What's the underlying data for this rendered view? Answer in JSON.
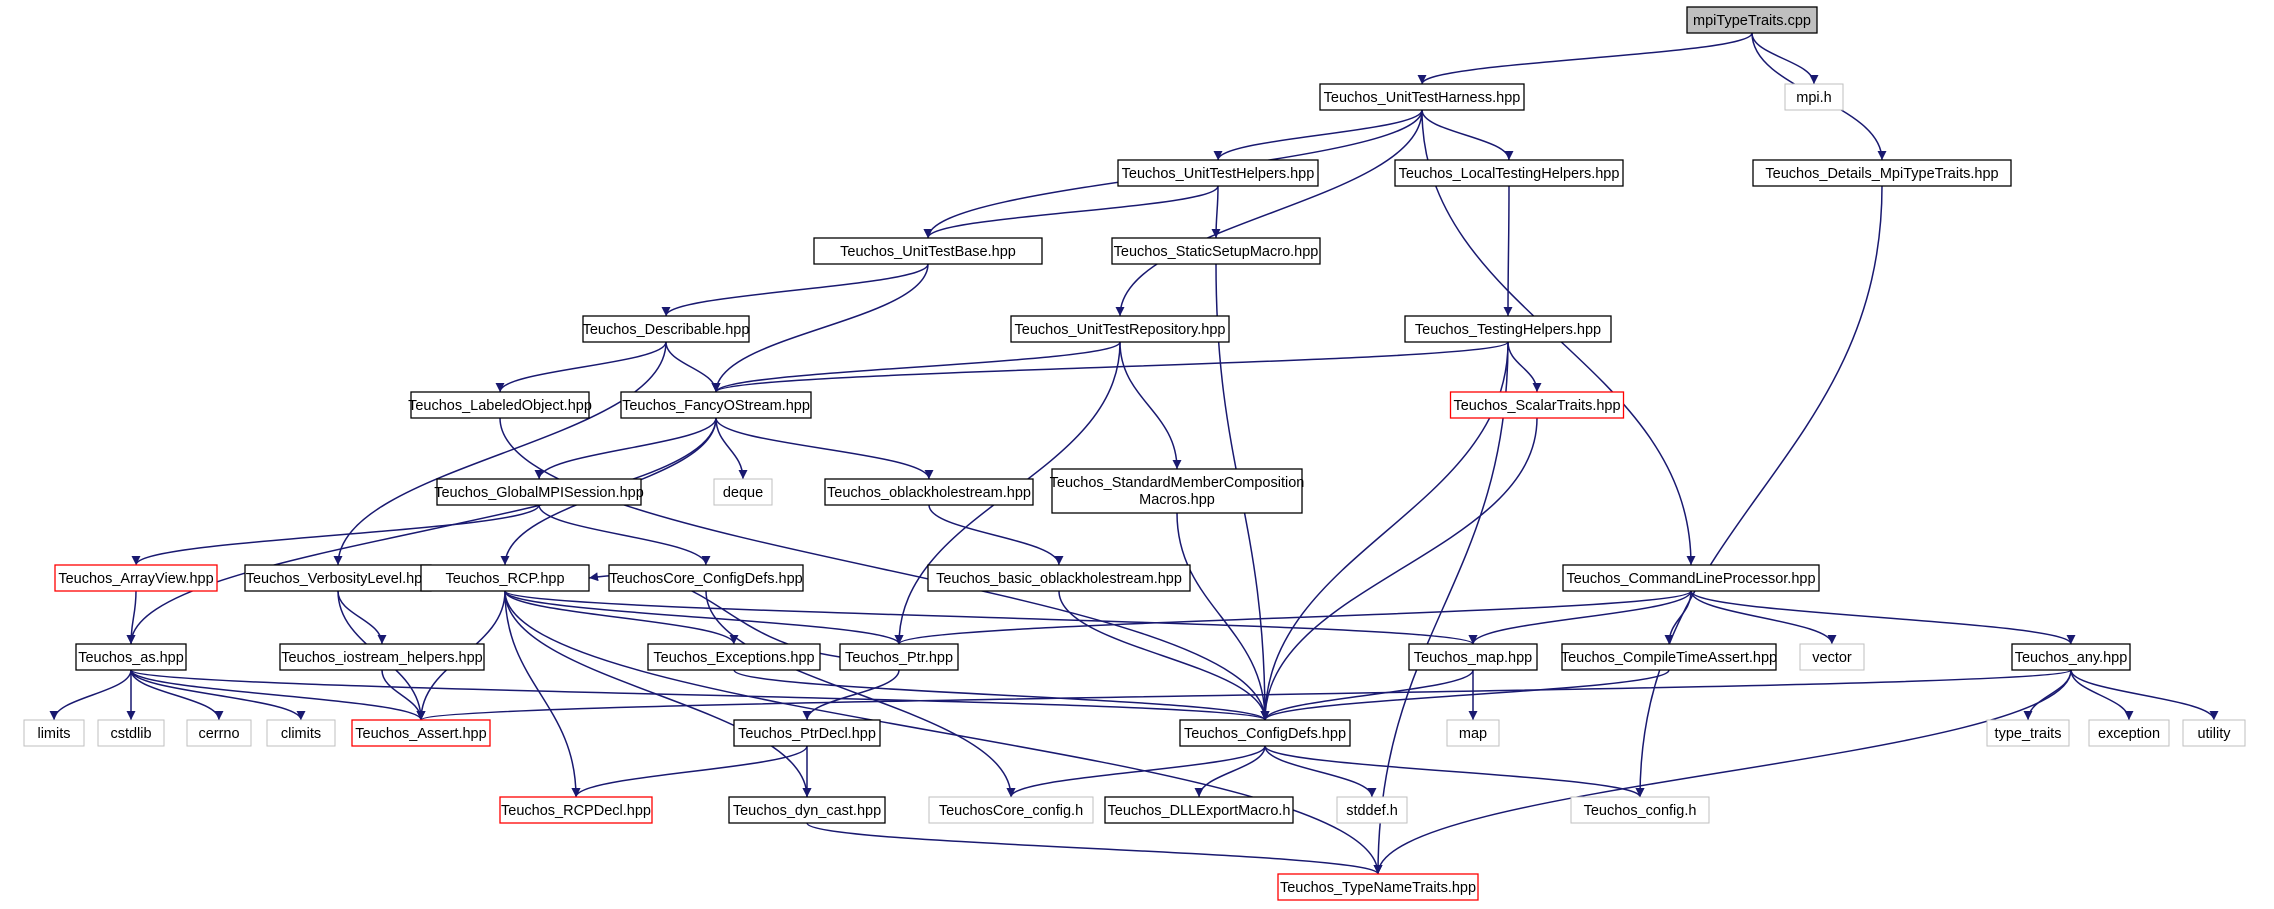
{
  "diagram": {
    "nodes": [
      {
        "id": "mpiTypeTraits.cpp",
        "lines": [
          "mpiTypeTraits.cpp"
        ],
        "style": "root"
      },
      {
        "id": "Teuchos_UnitTestHarness.hpp",
        "lines": [
          "Teuchos_UnitTestHarness.hpp"
        ],
        "style": "normal"
      },
      {
        "id": "mpi.h",
        "lines": [
          "mpi.h"
        ],
        "style": "external"
      },
      {
        "id": "Teuchos_Details_MpiTypeTraits.hpp",
        "lines": [
          "Teuchos_Details_MpiTypeTraits.hpp"
        ],
        "style": "normal"
      },
      {
        "id": "Teuchos_UnitTestHelpers.hpp",
        "lines": [
          "Teuchos_UnitTestHelpers.hpp"
        ],
        "style": "normal"
      },
      {
        "id": "Teuchos_LocalTestingHelpers.hpp",
        "lines": [
          "Teuchos_LocalTestingHelpers.hpp"
        ],
        "style": "normal"
      },
      {
        "id": "Teuchos_UnitTestBase.hpp",
        "lines": [
          "Teuchos_UnitTestBase.hpp"
        ],
        "style": "normal"
      },
      {
        "id": "Teuchos_StaticSetupMacro.hpp",
        "lines": [
          "Teuchos_StaticSetupMacro.hpp"
        ],
        "style": "normal"
      },
      {
        "id": "Teuchos_Describable.hpp",
        "lines": [
          "Teuchos_Describable.hpp"
        ],
        "style": "normal"
      },
      {
        "id": "Teuchos_UnitTestRepository.hpp",
        "lines": [
          "Teuchos_UnitTestRepository.hpp"
        ],
        "style": "normal"
      },
      {
        "id": "Teuchos_TestingHelpers.hpp",
        "lines": [
          "Teuchos_TestingHelpers.hpp"
        ],
        "style": "normal"
      },
      {
        "id": "Teuchos_LabeledObject.hpp",
        "lines": [
          "Teuchos_LabeledObject.hpp"
        ],
        "style": "normal"
      },
      {
        "id": "Teuchos_FancyOStream.hpp",
        "lines": [
          "Teuchos_FancyOStream.hpp"
        ],
        "style": "normal"
      },
      {
        "id": "Teuchos_ScalarTraits.hpp",
        "lines": [
          "Teuchos_ScalarTraits.hpp"
        ],
        "style": "truncated"
      },
      {
        "id": "Teuchos_GlobalMPISession.hpp",
        "lines": [
          "Teuchos_GlobalMPISession.hpp"
        ],
        "style": "normal"
      },
      {
        "id": "deque",
        "lines": [
          "deque"
        ],
        "style": "external"
      },
      {
        "id": "Teuchos_oblackholestream.hpp",
        "lines": [
          "Teuchos_oblackholestream.hpp"
        ],
        "style": "normal"
      },
      {
        "id": "Teuchos_StandardMemberCompositionMacros.hpp",
        "lines": [
          "Teuchos_StandardMemberComposition",
          "Macros.hpp"
        ],
        "style": "normal"
      },
      {
        "id": "Teuchos_ArrayView.hpp",
        "lines": [
          "Teuchos_ArrayView.hpp"
        ],
        "style": "truncated"
      },
      {
        "id": "Teuchos_VerbosityLevel.hpp",
        "lines": [
          "Teuchos_VerbosityLevel.hpp"
        ],
        "style": "normal"
      },
      {
        "id": "Teuchos_RCP.hpp",
        "lines": [
          "Teuchos_RCP.hpp"
        ],
        "style": "normal"
      },
      {
        "id": "TeuchosCore_ConfigDefs.hpp",
        "lines": [
          "TeuchosCore_ConfigDefs.hpp"
        ],
        "style": "normal"
      },
      {
        "id": "Teuchos_basic_oblackholestream.hpp",
        "lines": [
          "Teuchos_basic_oblackholestream.hpp"
        ],
        "style": "normal"
      },
      {
        "id": "Teuchos_CommandLineProcessor.hpp",
        "lines": [
          "Teuchos_CommandLineProcessor.hpp"
        ],
        "style": "normal"
      },
      {
        "id": "Teuchos_as.hpp",
        "lines": [
          "Teuchos_as.hpp"
        ],
        "style": "normal"
      },
      {
        "id": "Teuchos_iostream_helpers.hpp",
        "lines": [
          "Teuchos_iostream_helpers.hpp"
        ],
        "style": "normal"
      },
      {
        "id": "Teuchos_Exceptions.hpp",
        "lines": [
          "Teuchos_Exceptions.hpp"
        ],
        "style": "normal"
      },
      {
        "id": "Teuchos_Ptr.hpp",
        "lines": [
          "Teuchos_Ptr.hpp"
        ],
        "style": "normal"
      },
      {
        "id": "Teuchos_map.hpp",
        "lines": [
          "Teuchos_map.hpp"
        ],
        "style": "normal"
      },
      {
        "id": "Teuchos_CompileTimeAssert.hpp",
        "lines": [
          "Teuchos_CompileTimeAssert.hpp"
        ],
        "style": "normal"
      },
      {
        "id": "vector",
        "lines": [
          "vector"
        ],
        "style": "external"
      },
      {
        "id": "Teuchos_any.hpp",
        "lines": [
          "Teuchos_any.hpp"
        ],
        "style": "normal"
      },
      {
        "id": "limits",
        "lines": [
          "limits"
        ],
        "style": "external"
      },
      {
        "id": "cstdlib",
        "lines": [
          "cstdlib"
        ],
        "style": "external"
      },
      {
        "id": "cerrno",
        "lines": [
          "cerrno"
        ],
        "style": "external"
      },
      {
        "id": "climits",
        "lines": [
          "climits"
        ],
        "style": "external"
      },
      {
        "id": "Teuchos_Assert.hpp",
        "lines": [
          "Teuchos_Assert.hpp"
        ],
        "style": "truncated"
      },
      {
        "id": "Teuchos_PtrDecl.hpp",
        "lines": [
          "Teuchos_PtrDecl.hpp"
        ],
        "style": "normal"
      },
      {
        "id": "Teuchos_ConfigDefs.hpp",
        "lines": [
          "Teuchos_ConfigDefs.hpp"
        ],
        "style": "normal"
      },
      {
        "id": "map",
        "lines": [
          "map"
        ],
        "style": "external"
      },
      {
        "id": "type_traits",
        "lines": [
          "type_traits"
        ],
        "style": "external"
      },
      {
        "id": "exception",
        "lines": [
          "exception"
        ],
        "style": "external"
      },
      {
        "id": "utility",
        "lines": [
          "utility"
        ],
        "style": "external"
      },
      {
        "id": "Teuchos_RCPDecl.hpp",
        "lines": [
          "Teuchos_RCPDecl.hpp"
        ],
        "style": "truncated"
      },
      {
        "id": "Teuchos_dyn_cast.hpp",
        "lines": [
          "Teuchos_dyn_cast.hpp"
        ],
        "style": "normal"
      },
      {
        "id": "TeuchosCore_config.h",
        "lines": [
          "TeuchosCore_config.h"
        ],
        "style": "external"
      },
      {
        "id": "Teuchos_DLLExportMacro.h",
        "lines": [
          "Teuchos_DLLExportMacro.h"
        ],
        "style": "normal"
      },
      {
        "id": "stddef.h",
        "lines": [
          "stddef.h"
        ],
        "style": "external"
      },
      {
        "id": "Teuchos_config.h",
        "lines": [
          "Teuchos_config.h"
        ],
        "style": "external"
      },
      {
        "id": "Teuchos_TypeNameTraits.hpp",
        "lines": [
          "Teuchos_TypeNameTraits.hpp"
        ],
        "style": "truncated"
      }
    ],
    "edges": [
      {
        "from": "mpiTypeTraits.cpp",
        "to": "Teuchos_UnitTestHarness.hpp"
      },
      {
        "from": "mpiTypeTraits.cpp",
        "to": "mpi.h"
      },
      {
        "from": "mpiTypeTraits.cpp",
        "to": "Teuchos_Details_MpiTypeTraits.hpp"
      },
      {
        "from": "Teuchos_UnitTestHarness.hpp",
        "to": "Teuchos_UnitTestHelpers.hpp"
      },
      {
        "from": "Teuchos_UnitTestHarness.hpp",
        "to": "Teuchos_LocalTestingHelpers.hpp"
      },
      {
        "from": "Teuchos_UnitTestHarness.hpp",
        "to": "Teuchos_UnitTestBase.hpp"
      },
      {
        "from": "Teuchos_UnitTestHarness.hpp",
        "to": "Teuchos_UnitTestRepository.hpp"
      },
      {
        "from": "Teuchos_UnitTestHarness.hpp",
        "to": "Teuchos_CommandLineProcessor.hpp"
      },
      {
        "from": "Teuchos_UnitTestHelpers.hpp",
        "to": "Teuchos_UnitTestBase.hpp"
      },
      {
        "from": "Teuchos_UnitTestHelpers.hpp",
        "to": "Teuchos_StaticSetupMacro.hpp"
      },
      {
        "from": "Teuchos_LocalTestingHelpers.hpp",
        "to": "Teuchos_TestingHelpers.hpp"
      },
      {
        "from": "Teuchos_UnitTestBase.hpp",
        "to": "Teuchos_Describable.hpp"
      },
      {
        "from": "Teuchos_UnitTestBase.hpp",
        "to": "Teuchos_FancyOStream.hpp"
      },
      {
        "from": "Teuchos_StaticSetupMacro.hpp",
        "to": "Teuchos_ConfigDefs.hpp"
      },
      {
        "from": "Teuchos_Describable.hpp",
        "to": "Teuchos_LabeledObject.hpp"
      },
      {
        "from": "Teuchos_Describable.hpp",
        "to": "Teuchos_FancyOStream.hpp"
      },
      {
        "from": "Teuchos_Describable.hpp",
        "to": "Teuchos_VerbosityLevel.hpp"
      },
      {
        "from": "Teuchos_UnitTestRepository.hpp",
        "to": "Teuchos_FancyOStream.hpp"
      },
      {
        "from": "Teuchos_UnitTestRepository.hpp",
        "to": "Teuchos_StandardMemberCompositionMacros.hpp"
      },
      {
        "from": "Teuchos_UnitTestRepository.hpp",
        "to": "Teuchos_Ptr.hpp"
      },
      {
        "from": "Teuchos_TestingHelpers.hpp",
        "to": "Teuchos_FancyOStream.hpp"
      },
      {
        "from": "Teuchos_TestingHelpers.hpp",
        "to": "Teuchos_ScalarTraits.hpp"
      },
      {
        "from": "Teuchos_TestingHelpers.hpp",
        "to": "Teuchos_ConfigDefs.hpp"
      },
      {
        "from": "Teuchos_TestingHelpers.hpp",
        "to": "Teuchos_TypeNameTraits.hpp"
      },
      {
        "from": "Teuchos_LabeledObject.hpp",
        "to": "Teuchos_ConfigDefs.hpp"
      },
      {
        "from": "Teuchos_FancyOStream.hpp",
        "to": "Teuchos_GlobalMPISession.hpp"
      },
      {
        "from": "Teuchos_FancyOStream.hpp",
        "to": "deque"
      },
      {
        "from": "Teuchos_FancyOStream.hpp",
        "to": "Teuchos_oblackholestream.hpp"
      },
      {
        "from": "Teuchos_FancyOStream.hpp",
        "to": "Teuchos_RCP.hpp"
      },
      {
        "from": "Teuchos_FancyOStream.hpp",
        "to": "Teuchos_as.hpp"
      },
      {
        "from": "Teuchos_ScalarTraits.hpp",
        "to": "Teuchos_ConfigDefs.hpp"
      },
      {
        "from": "Teuchos_GlobalMPISession.hpp",
        "to": "Teuchos_ArrayView.hpp"
      },
      {
        "from": "Teuchos_GlobalMPISession.hpp",
        "to": "TeuchosCore_ConfigDefs.hpp"
      },
      {
        "from": "Teuchos_oblackholestream.hpp",
        "to": "Teuchos_basic_oblackholestream.hpp"
      },
      {
        "from": "Teuchos_StandardMemberCompositionMacros.hpp",
        "to": "Teuchos_ConfigDefs.hpp"
      },
      {
        "from": "Teuchos_ArrayView.hpp",
        "to": "Teuchos_as.hpp"
      },
      {
        "from": "Teuchos_VerbosityLevel.hpp",
        "to": "Teuchos_iostream_helpers.hpp"
      },
      {
        "from": "Teuchos_VerbosityLevel.hpp",
        "to": "Teuchos_Assert.hpp"
      },
      {
        "from": "Teuchos_RCP.hpp",
        "to": "Teuchos_Exceptions.hpp"
      },
      {
        "from": "Teuchos_RCP.hpp",
        "to": "Teuchos_Ptr.hpp"
      },
      {
        "from": "Teuchos_RCP.hpp",
        "to": "Teuchos_Assert.hpp"
      },
      {
        "from": "Teuchos_RCP.hpp",
        "to": "Teuchos_RCPDecl.hpp"
      },
      {
        "from": "Teuchos_RCP.hpp",
        "to": "Teuchos_dyn_cast.hpp"
      },
      {
        "from": "Teuchos_RCP.hpp",
        "to": "Teuchos_map.hpp"
      },
      {
        "from": "Teuchos_RCP.hpp",
        "to": "Teuchos_TypeNameTraits.hpp"
      },
      {
        "from": "TeuchosCore_ConfigDefs.hpp",
        "to": "TeuchosCore_config.h"
      },
      {
        "from": "Teuchos_basic_oblackholestream.hpp",
        "to": "Teuchos_ConfigDefs.hpp"
      },
      {
        "from": "Teuchos_CommandLineProcessor.hpp",
        "to": "Teuchos_Ptr.hpp"
      },
      {
        "from": "Teuchos_CommandLineProcessor.hpp",
        "to": "Teuchos_map.hpp"
      },
      {
        "from": "Teuchos_CommandLineProcessor.hpp",
        "to": "Teuchos_CompileTimeAssert.hpp"
      },
      {
        "from": "Teuchos_CommandLineProcessor.hpp",
        "to": "vector"
      },
      {
        "from": "Teuchos_CommandLineProcessor.hpp",
        "to": "Teuchos_any.hpp"
      },
      {
        "from": "Teuchos_as.hpp",
        "to": "limits"
      },
      {
        "from": "Teuchos_as.hpp",
        "to": "cstdlib"
      },
      {
        "from": "Teuchos_as.hpp",
        "to": "cerrno"
      },
      {
        "from": "Teuchos_as.hpp",
        "to": "climits"
      },
      {
        "from": "Teuchos_as.hpp",
        "to": "Teuchos_Assert.hpp"
      },
      {
        "from": "Teuchos_as.hpp",
        "to": "Teuchos_ConfigDefs.hpp"
      },
      {
        "from": "Teuchos_iostream_helpers.hpp",
        "to": "Teuchos_Assert.hpp"
      },
      {
        "from": "Teuchos_Exceptions.hpp",
        "to": "Teuchos_ConfigDefs.hpp"
      },
      {
        "from": "Teuchos_Ptr.hpp",
        "to": "Teuchos_RCP.hpp"
      },
      {
        "from": "Teuchos_Ptr.hpp",
        "to": "Teuchos_PtrDecl.hpp"
      },
      {
        "from": "Teuchos_map.hpp",
        "to": "Teuchos_ConfigDefs.hpp"
      },
      {
        "from": "Teuchos_map.hpp",
        "to": "map"
      },
      {
        "from": "Teuchos_CompileTimeAssert.hpp",
        "to": "Teuchos_ConfigDefs.hpp"
      },
      {
        "from": "Teuchos_any.hpp",
        "to": "Teuchos_Assert.hpp"
      },
      {
        "from": "Teuchos_any.hpp",
        "to": "type_traits"
      },
      {
        "from": "Teuchos_any.hpp",
        "to": "exception"
      },
      {
        "from": "Teuchos_any.hpp",
        "to": "utility"
      },
      {
        "from": "Teuchos_any.hpp",
        "to": "Teuchos_TypeNameTraits.hpp"
      },
      {
        "from": "Teuchos_PtrDecl.hpp",
        "to": "Teuchos_RCPDecl.hpp"
      },
      {
        "from": "Teuchos_PtrDecl.hpp",
        "to": "Teuchos_dyn_cast.hpp"
      },
      {
        "from": "Teuchos_ConfigDefs.hpp",
        "to": "TeuchosCore_config.h"
      },
      {
        "from": "Teuchos_ConfigDefs.hpp",
        "to": "Teuchos_DLLExportMacro.h"
      },
      {
        "from": "Teuchos_ConfigDefs.hpp",
        "to": "stddef.h"
      },
      {
        "from": "Teuchos_ConfigDefs.hpp",
        "to": "Teuchos_config.h"
      },
      {
        "from": "Teuchos_Details_MpiTypeTraits.hpp",
        "to": "Teuchos_config.h"
      },
      {
        "from": "Teuchos_dyn_cast.hpp",
        "to": "Teuchos_TypeNameTraits.hpp"
      }
    ]
  },
  "colors": {
    "edge": "#191970",
    "root_fill": "#bfbfbf",
    "normal_border": "#000000",
    "external_border": "#bfbfbf",
    "truncated_border": "#ff0000",
    "external_text": "#000000",
    "background": "#ffffff"
  }
}
